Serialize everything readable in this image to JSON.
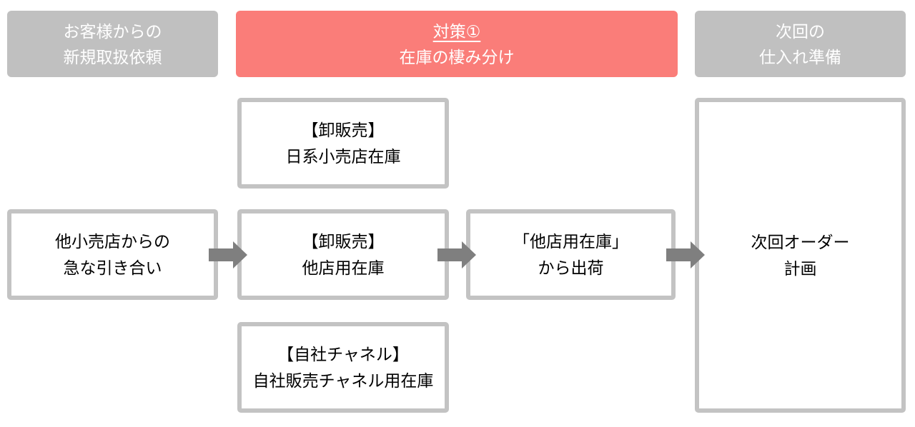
{
  "headers": {
    "left": {
      "line1": "お客様からの",
      "line2": "新規取扱依頼"
    },
    "center": {
      "line1": "対策①",
      "line2": "在庫の棲み分け"
    },
    "right": {
      "line1": "次回の",
      "line2": "仕入れ準備"
    }
  },
  "boxes": {
    "wholesale_jp": {
      "line1": "【卸販売】",
      "line2": "日系小売店在庫"
    },
    "inquiry": {
      "line1": "他小売店からの",
      "line2": "急な引き合い"
    },
    "wholesale_other": {
      "line1": "【卸販売】",
      "line2": "他店用在庫"
    },
    "ship": {
      "line1": "「他店用在庫」",
      "line2": "から出荷"
    },
    "own_channel": {
      "line1": "【自社チャネル】",
      "line2": "自社販売チャネル用在庫"
    },
    "order_plan": {
      "line1": "次回オーダー",
      "line2": "計画"
    }
  },
  "icons": {
    "flow_arrow": "arrow-right-icon"
  },
  "colors": {
    "header_gray": "#c0c0c0",
    "header_red": "#fa7d79",
    "header_text": "#ffffff",
    "box_border": "#c3c3c3",
    "box_text": "#000000",
    "arrow_gray": "#7f7f7f",
    "background": "#ffffff"
  }
}
